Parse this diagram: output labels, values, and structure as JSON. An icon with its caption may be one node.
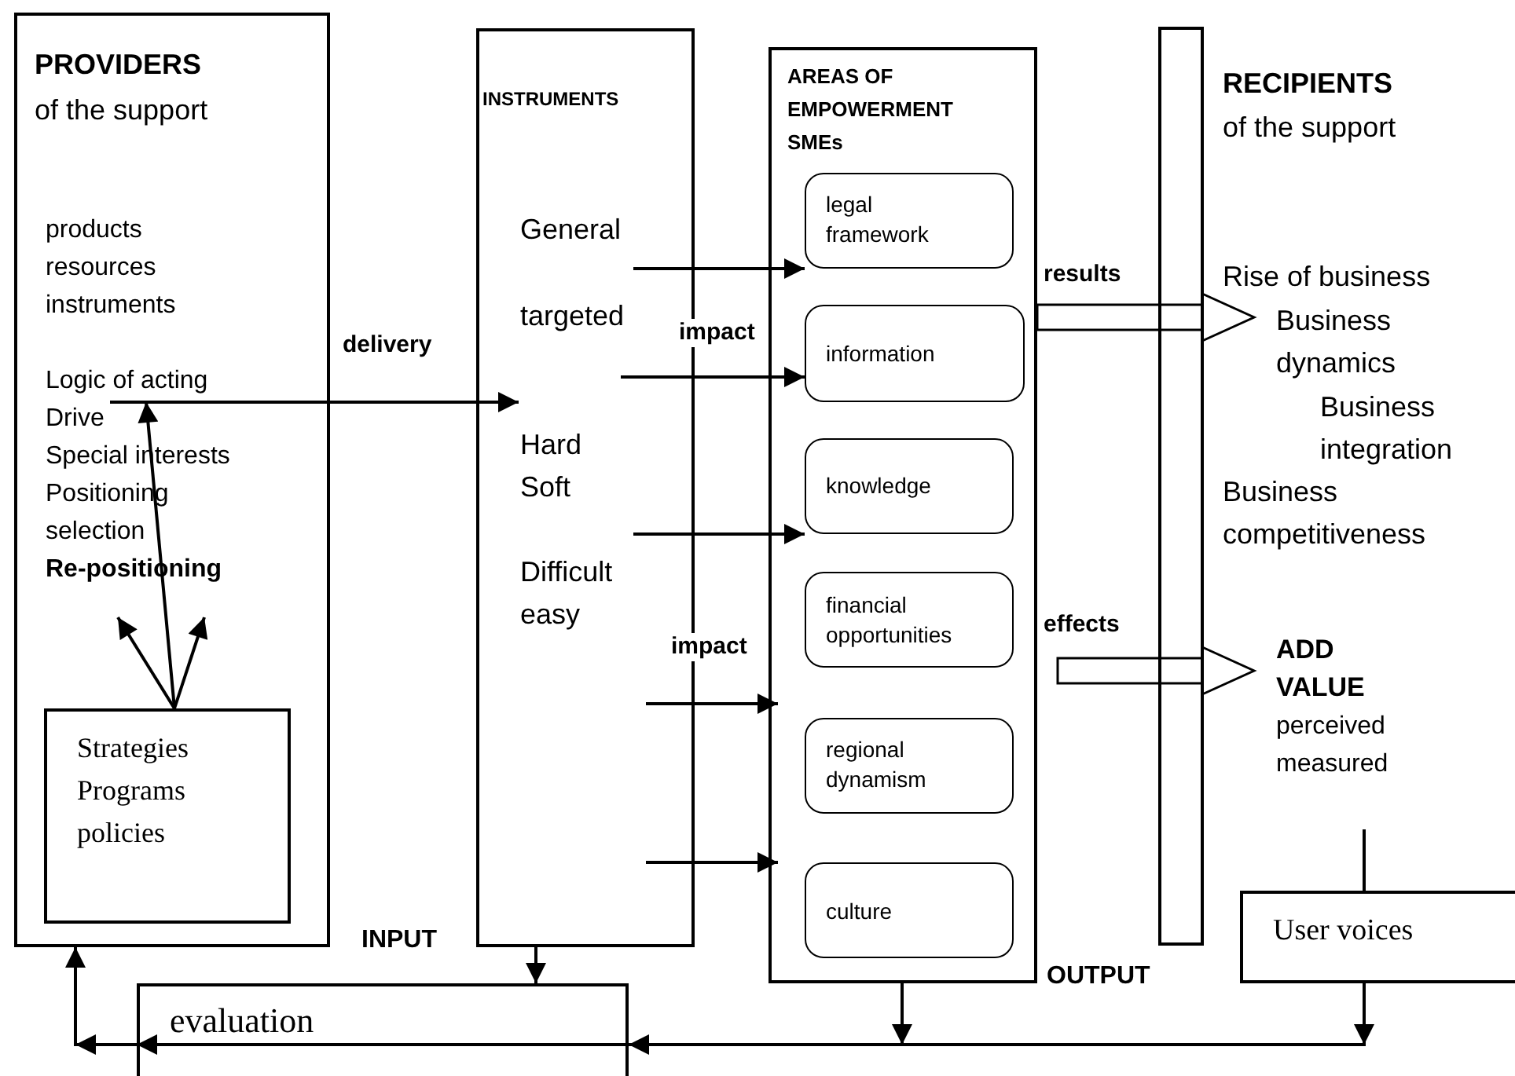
{
  "diagram": {
    "nodes": [
      {
        "text": [
          "PROVIDERS",
          "of the support",
          "products",
          "resources",
          "instruments",
          "Drive",
          "Special interests",
          "Positioning",
          "selection"
        ]
      },
      {
        "text": [
          "Logic of acting"
        ],
        "in": 0
      },
      {
        "text": [
          "Re-positioning"
        ],
        "in": 0
      },
      {
        "text": [
          "Strategies Programs policies"
        ],
        "in": 0
      },
      {
        "text": [
          "INSTRUMENTS"
        ]
      },
      {
        "text": [
          "General"
        ],
        "in": 4
      },
      {
        "text": [
          "targeted"
        ],
        "in": 4
      },
      {
        "text": [
          "Hard Soft"
        ],
        "in": 4
      },
      {
        "text": [
          "Difficult easy"
        ],
        "in": 4
      },
      {
        "text": [
          "AREAS OF EMPOWERMENT SMEs"
        ]
      },
      {
        "text": [
          "legal framework"
        ],
        "in": 9
      },
      {
        "text": [
          "information"
        ],
        "in": 9
      },
      {
        "text": [
          "knowledge"
        ],
        "in": 9
      },
      {
        "text": [
          "financial opportunities"
        ],
        "in": 9
      },
      {
        "text": [
          "regional dynamism"
        ],
        "in": 9
      },
      {
        "text": [
          "culture"
        ],
        "in": 9
      },
      {
        "text": [],
        "shape": "bar"
      },
      {
        "text": [
          "Business dynamics"
        ]
      },
      {
        "text": [
          "ADD VALUE",
          "perceived measured"
        ]
      },
      {
        "text": [
          "User voices"
        ]
      },
      {
        "text": [
          "evaluation"
        ]
      }
    ],
    "edges": [
      {
        "from": 1,
        "to": 7,
        "arrow": "to",
        "label": "delivery"
      },
      {
        "from": 3,
        "to": 1,
        "arrow": "to"
      },
      {
        "from": 3,
        "to": 2,
        "arrow": "to"
      },
      {
        "from": 3,
        "to": 2,
        "arrow": "to"
      },
      {
        "from": 5,
        "to": 10,
        "arrow": "to"
      },
      {
        "from": null,
        "to": 11,
        "arrow": "to",
        "label": "impact"
      },
      {
        "from": 8,
        "to": 12,
        "arrow": "to"
      },
      {
        "from": null,
        "to": 9,
        "arrow": "to",
        "label": "impact"
      },
      {
        "from": null,
        "to": 9,
        "arrow": "to"
      },
      {
        "from": 9,
        "to": 17,
        "arrow": "to",
        "label": "results",
        "style": "thick"
      },
      {
        "from": 9,
        "to": 18,
        "arrow": "to",
        "label": "effects",
        "style": "thick"
      },
      {
        "from": 18,
        "to": 19,
        "arrow": "none"
      },
      {
        "from": 4,
        "to": 20,
        "arrow": "to"
      },
      {
        "from": 9,
        "to": 20,
        "arrow": "to"
      },
      {
        "from": 19,
        "to": 20,
        "arrow": "to"
      },
      {
        "from": 20,
        "to": 0,
        "arrow": "to"
      }
    ],
    "labels": [
      "RECIPIENTS",
      "of the support",
      "Rise of business",
      "Business integration",
      "Business competitiveness",
      "INPUT",
      "OUTPUT"
    ]
  }
}
